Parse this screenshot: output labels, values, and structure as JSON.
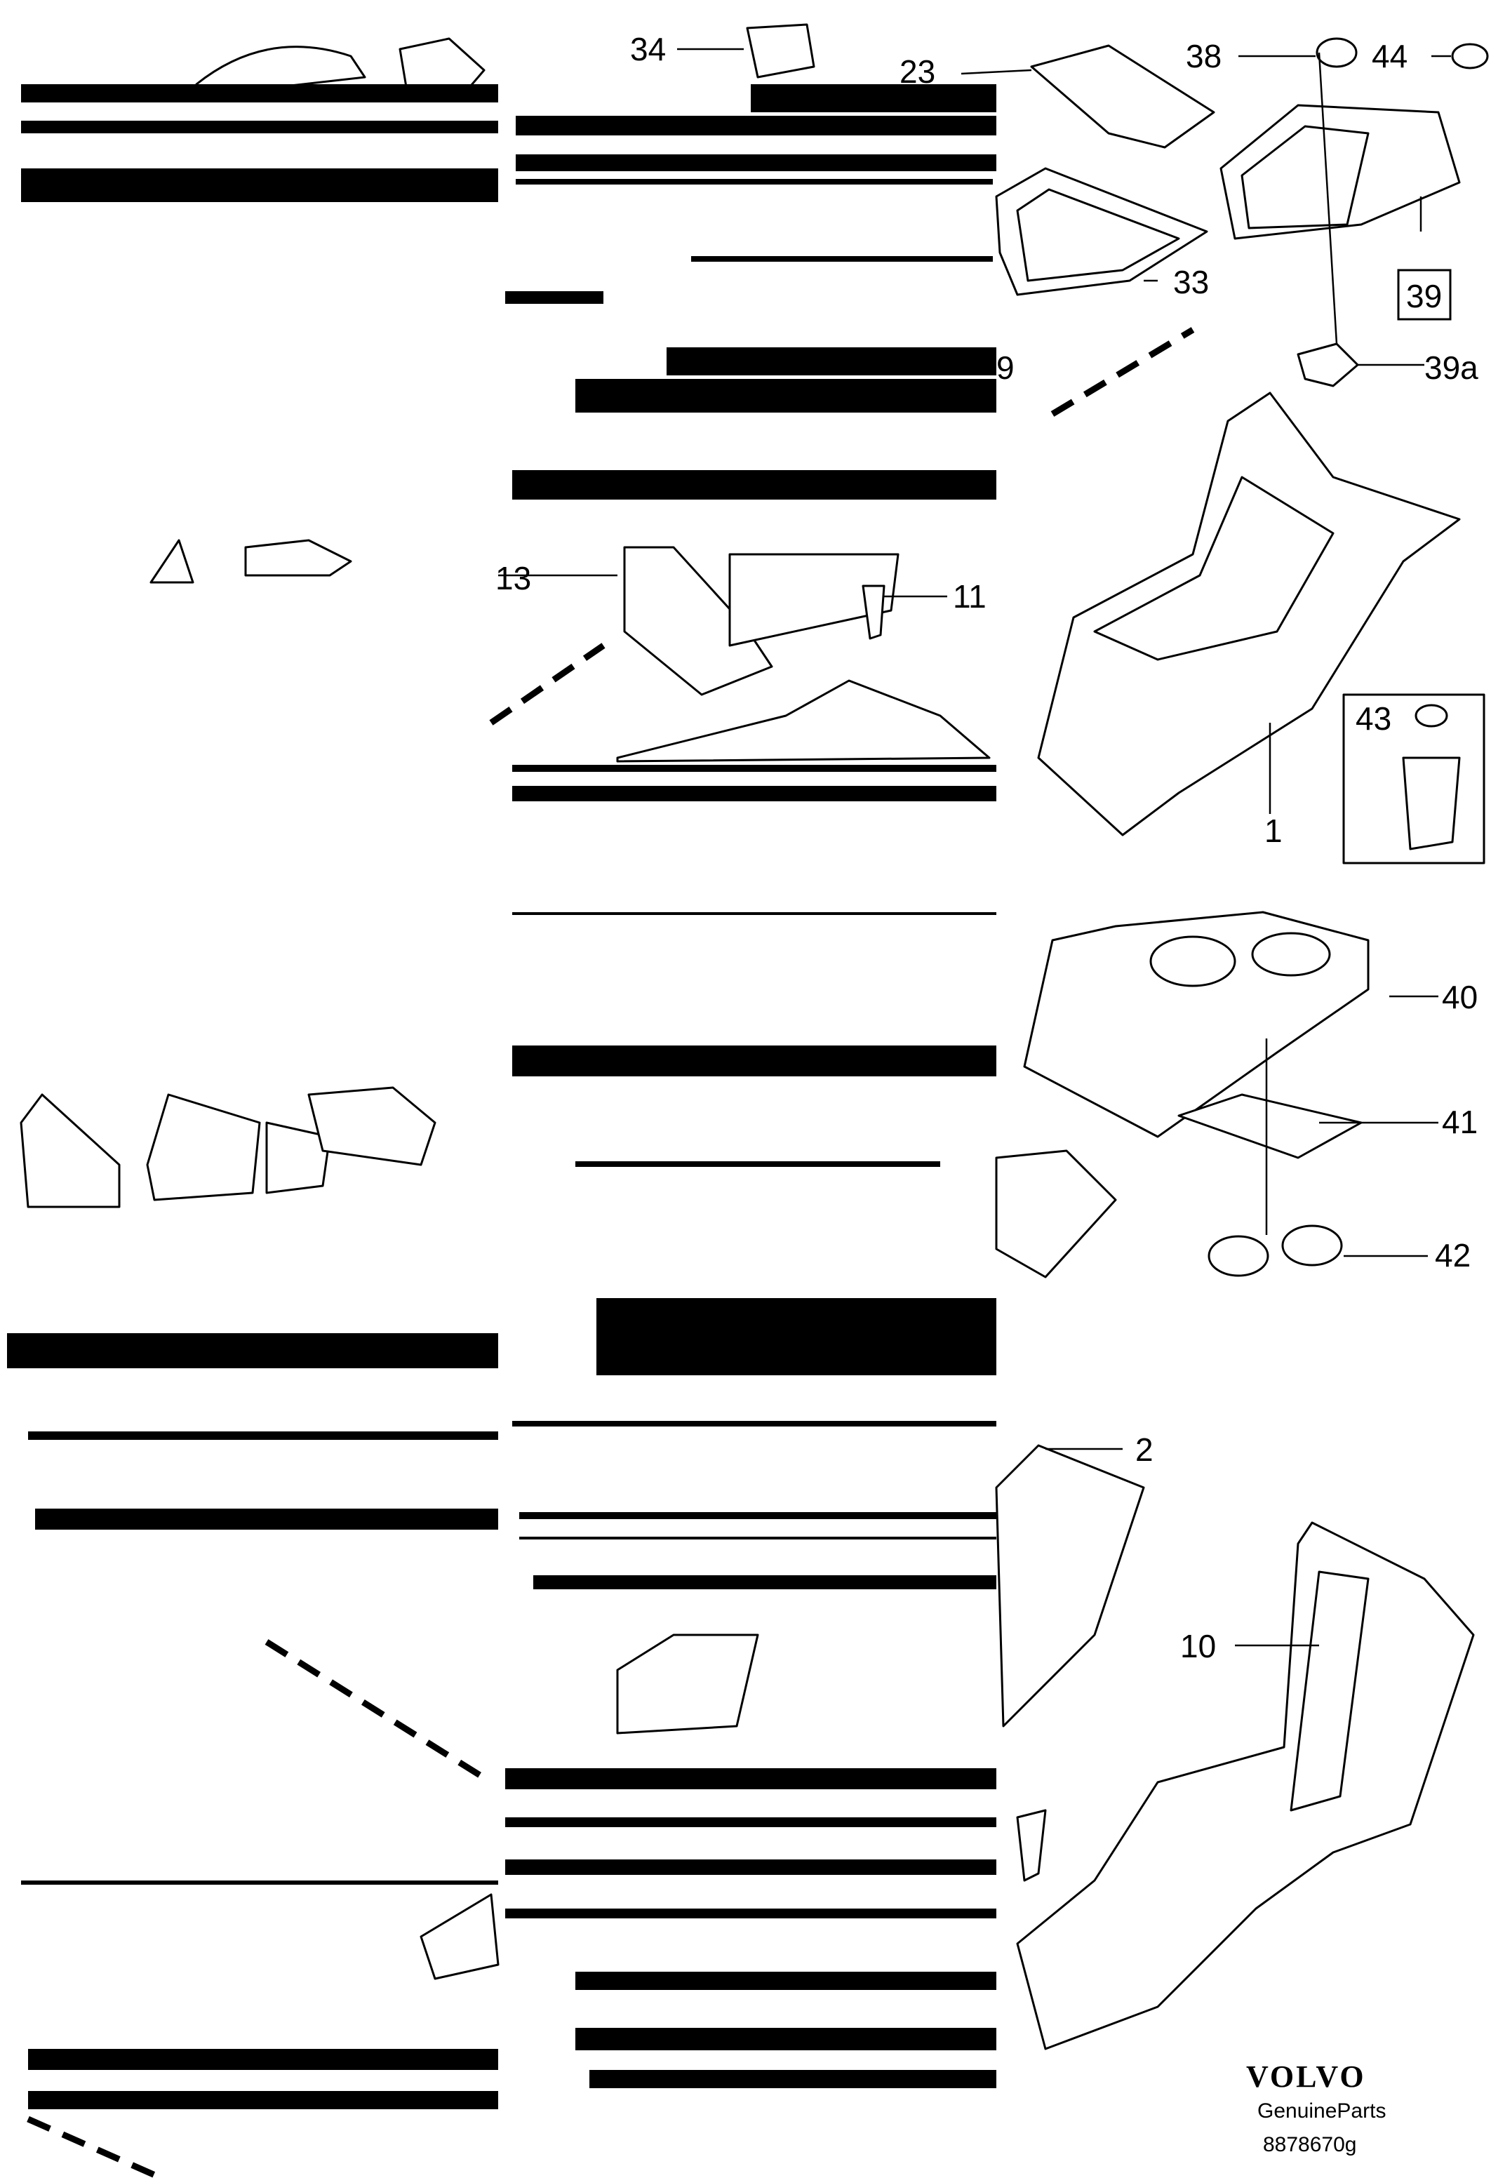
{
  "callouts": {
    "c34": "34",
    "c23": "23",
    "c38": "38",
    "c44": "44",
    "c33": "33",
    "c39": "39",
    "c39a": "39a",
    "c9": "9",
    "c13": "13",
    "c11": "11",
    "c1": "1",
    "c43": "43",
    "c40": "40",
    "c41": "41",
    "c42": "42",
    "c2": "2",
    "c10": "10"
  },
  "brand": {
    "logo": "VOLVO",
    "subtitle": "GenuineParts",
    "diagram_number": "8878670g"
  },
  "colors": {
    "ink": "#000000",
    "paper": "#ffffff"
  }
}
